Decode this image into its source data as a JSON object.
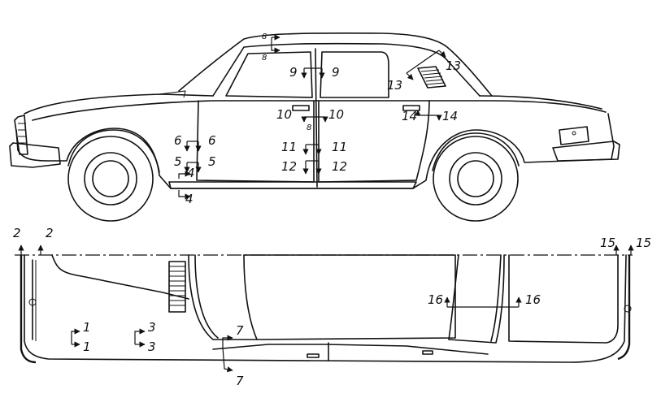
{
  "section_labels": [
    {
      "id": "s1a",
      "text": "1"
    },
    {
      "id": "s1b",
      "text": "1"
    },
    {
      "id": "s2a",
      "text": "2"
    },
    {
      "id": "s2b",
      "text": "2"
    },
    {
      "id": "s3a",
      "text": "3"
    },
    {
      "id": "s3b",
      "text": "3"
    },
    {
      "id": "s4a",
      "text": "4"
    },
    {
      "id": "s4b",
      "text": "4"
    },
    {
      "id": "s5a",
      "text": "5"
    },
    {
      "id": "s5b",
      "text": "5"
    },
    {
      "id": "s6a",
      "text": "6"
    },
    {
      "id": "s6b",
      "text": "6"
    },
    {
      "id": "s7a",
      "text": "7"
    },
    {
      "id": "s7b",
      "text": "7"
    },
    {
      "id": "s8a",
      "text": "8"
    },
    {
      "id": "s8b",
      "text": "8"
    },
    {
      "id": "s8c",
      "text": "8"
    },
    {
      "id": "s9a",
      "text": "9"
    },
    {
      "id": "s9b",
      "text": "9"
    },
    {
      "id": "s10a",
      "text": "10"
    },
    {
      "id": "s10b",
      "text": "10"
    },
    {
      "id": "s11a",
      "text": "11"
    },
    {
      "id": "s11b",
      "text": "11"
    },
    {
      "id": "s12a",
      "text": "12"
    },
    {
      "id": "s12b",
      "text": "12"
    },
    {
      "id": "s13a",
      "text": "13"
    },
    {
      "id": "s13b",
      "text": "13"
    },
    {
      "id": "s14a",
      "text": "14"
    },
    {
      "id": "s14b",
      "text": "14"
    },
    {
      "id": "s15a",
      "text": "15"
    },
    {
      "id": "s15b",
      "text": "15"
    },
    {
      "id": "s16a",
      "text": "16"
    },
    {
      "id": "s16b",
      "text": "16"
    }
  ],
  "colors": {
    "line": "#111111",
    "background": "#ffffff"
  },
  "views": {
    "side": "side-view",
    "top": "top-view"
  }
}
